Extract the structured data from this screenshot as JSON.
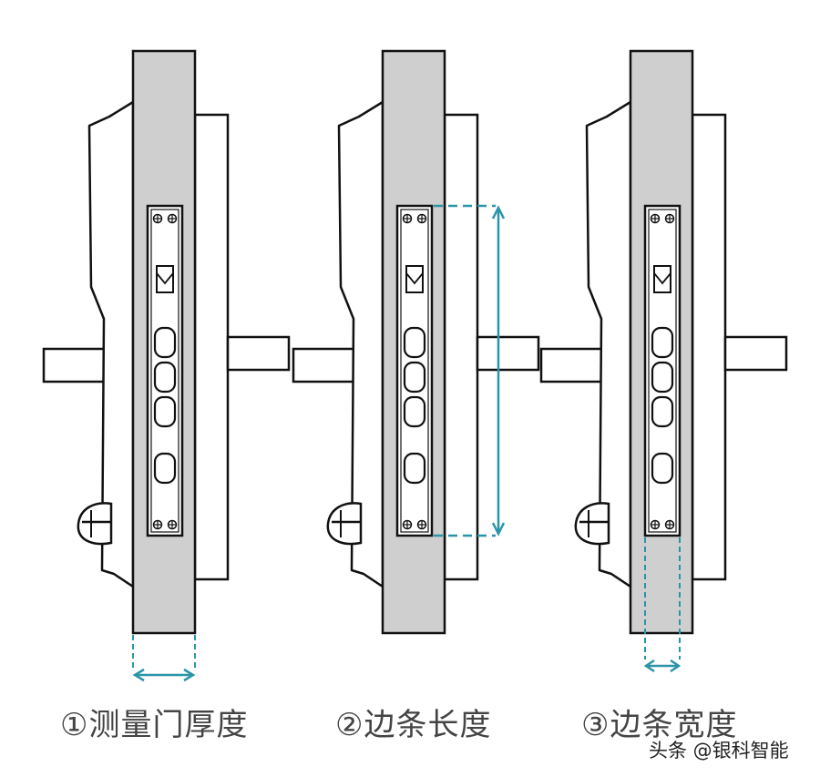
{
  "panels": [
    {
      "caption": "①测量门厚度"
    },
    {
      "caption": "②边条长度"
    },
    {
      "caption": "③边条宽度"
    }
  ],
  "watermark": "头条 @银科智能",
  "colors": {
    "door": "#cfcfcf",
    "outline": "#111111",
    "measure": "#2a94a8",
    "caption": "#444444"
  }
}
